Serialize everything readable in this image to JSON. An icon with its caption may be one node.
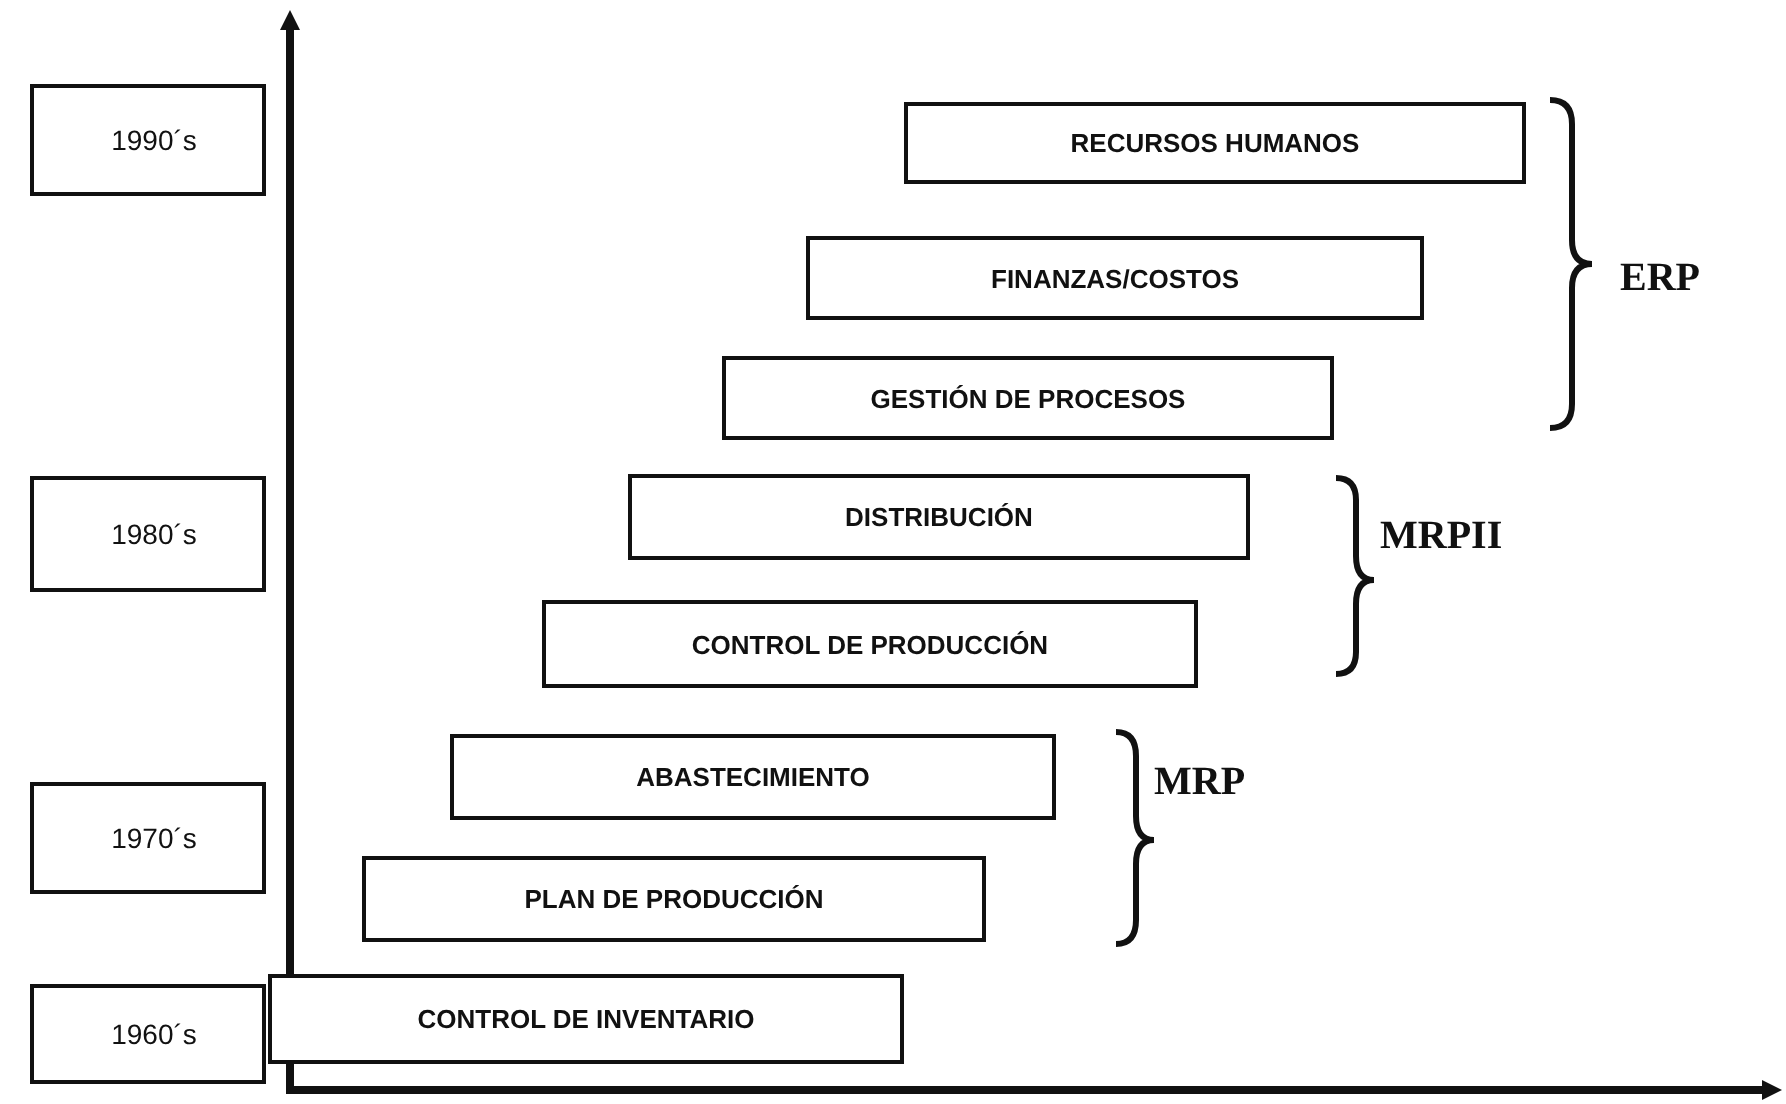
{
  "diagram": {
    "nodes": [
      {
        "text": [
          "1990´s"
        ]
      },
      {
        "text": [
          "RECURSOS HUMANOS"
        ]
      },
      {
        "text": [
          "FINANZAS/COSTOS"
        ]
      },
      {
        "text": [
          "GESTIÓN DE PROCESOS"
        ]
      },
      {
        "text": [
          "1980´s"
        ]
      },
      {
        "text": [
          "DISTRIBUCIÓN"
        ]
      },
      {
        "text": [
          "CONTROL DE PRODUCCIÓN"
        ]
      },
      {
        "text": [
          "ABASTECIMIENTO"
        ]
      },
      {
        "text": [
          "1970´s"
        ]
      },
      {
        "text": [
          "PLAN DE PRODUCCIÓN"
        ]
      },
      {
        "text": [
          "1960´s"
        ]
      },
      {
        "text": [
          "CONTROL DE INVENTARIO"
        ]
      }
    ],
    "labels": [
      "ERP",
      "MRPII",
      "MRP"
    ]
  }
}
